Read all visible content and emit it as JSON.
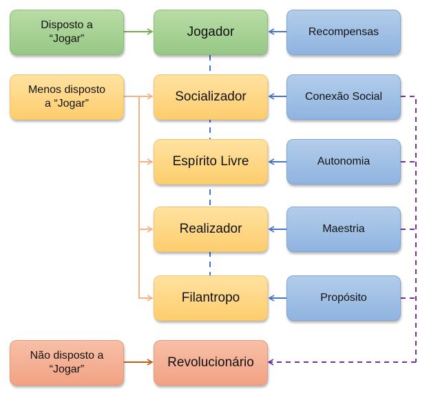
{
  "sources": {
    "willing": "Disposto a\n“Jogar”",
    "less_willing": "Menos disposto\na “Jogar”",
    "not_willing": "Não disposto a\n“Jogar”"
  },
  "user_types": {
    "player": "Jogador",
    "socialiser": "Socializador",
    "free_spirit": "Espírito Livre",
    "achiever": "Realizador",
    "philanthropist": "Filantropo",
    "disruptor": "Revolucionário"
  },
  "motivations": {
    "rewards": "Recompensas",
    "relatedness": "Conexão Social",
    "autonomy": "Autonomia",
    "mastery": "Maestria",
    "purpose": "Propósito"
  },
  "colors": {
    "green_arrow": "#70ad47",
    "orange_arrow": "#f4b183",
    "red_arrow": "#c55a11",
    "blue_arrow": "#4472c4",
    "purple_dashed": "#7030a0"
  }
}
